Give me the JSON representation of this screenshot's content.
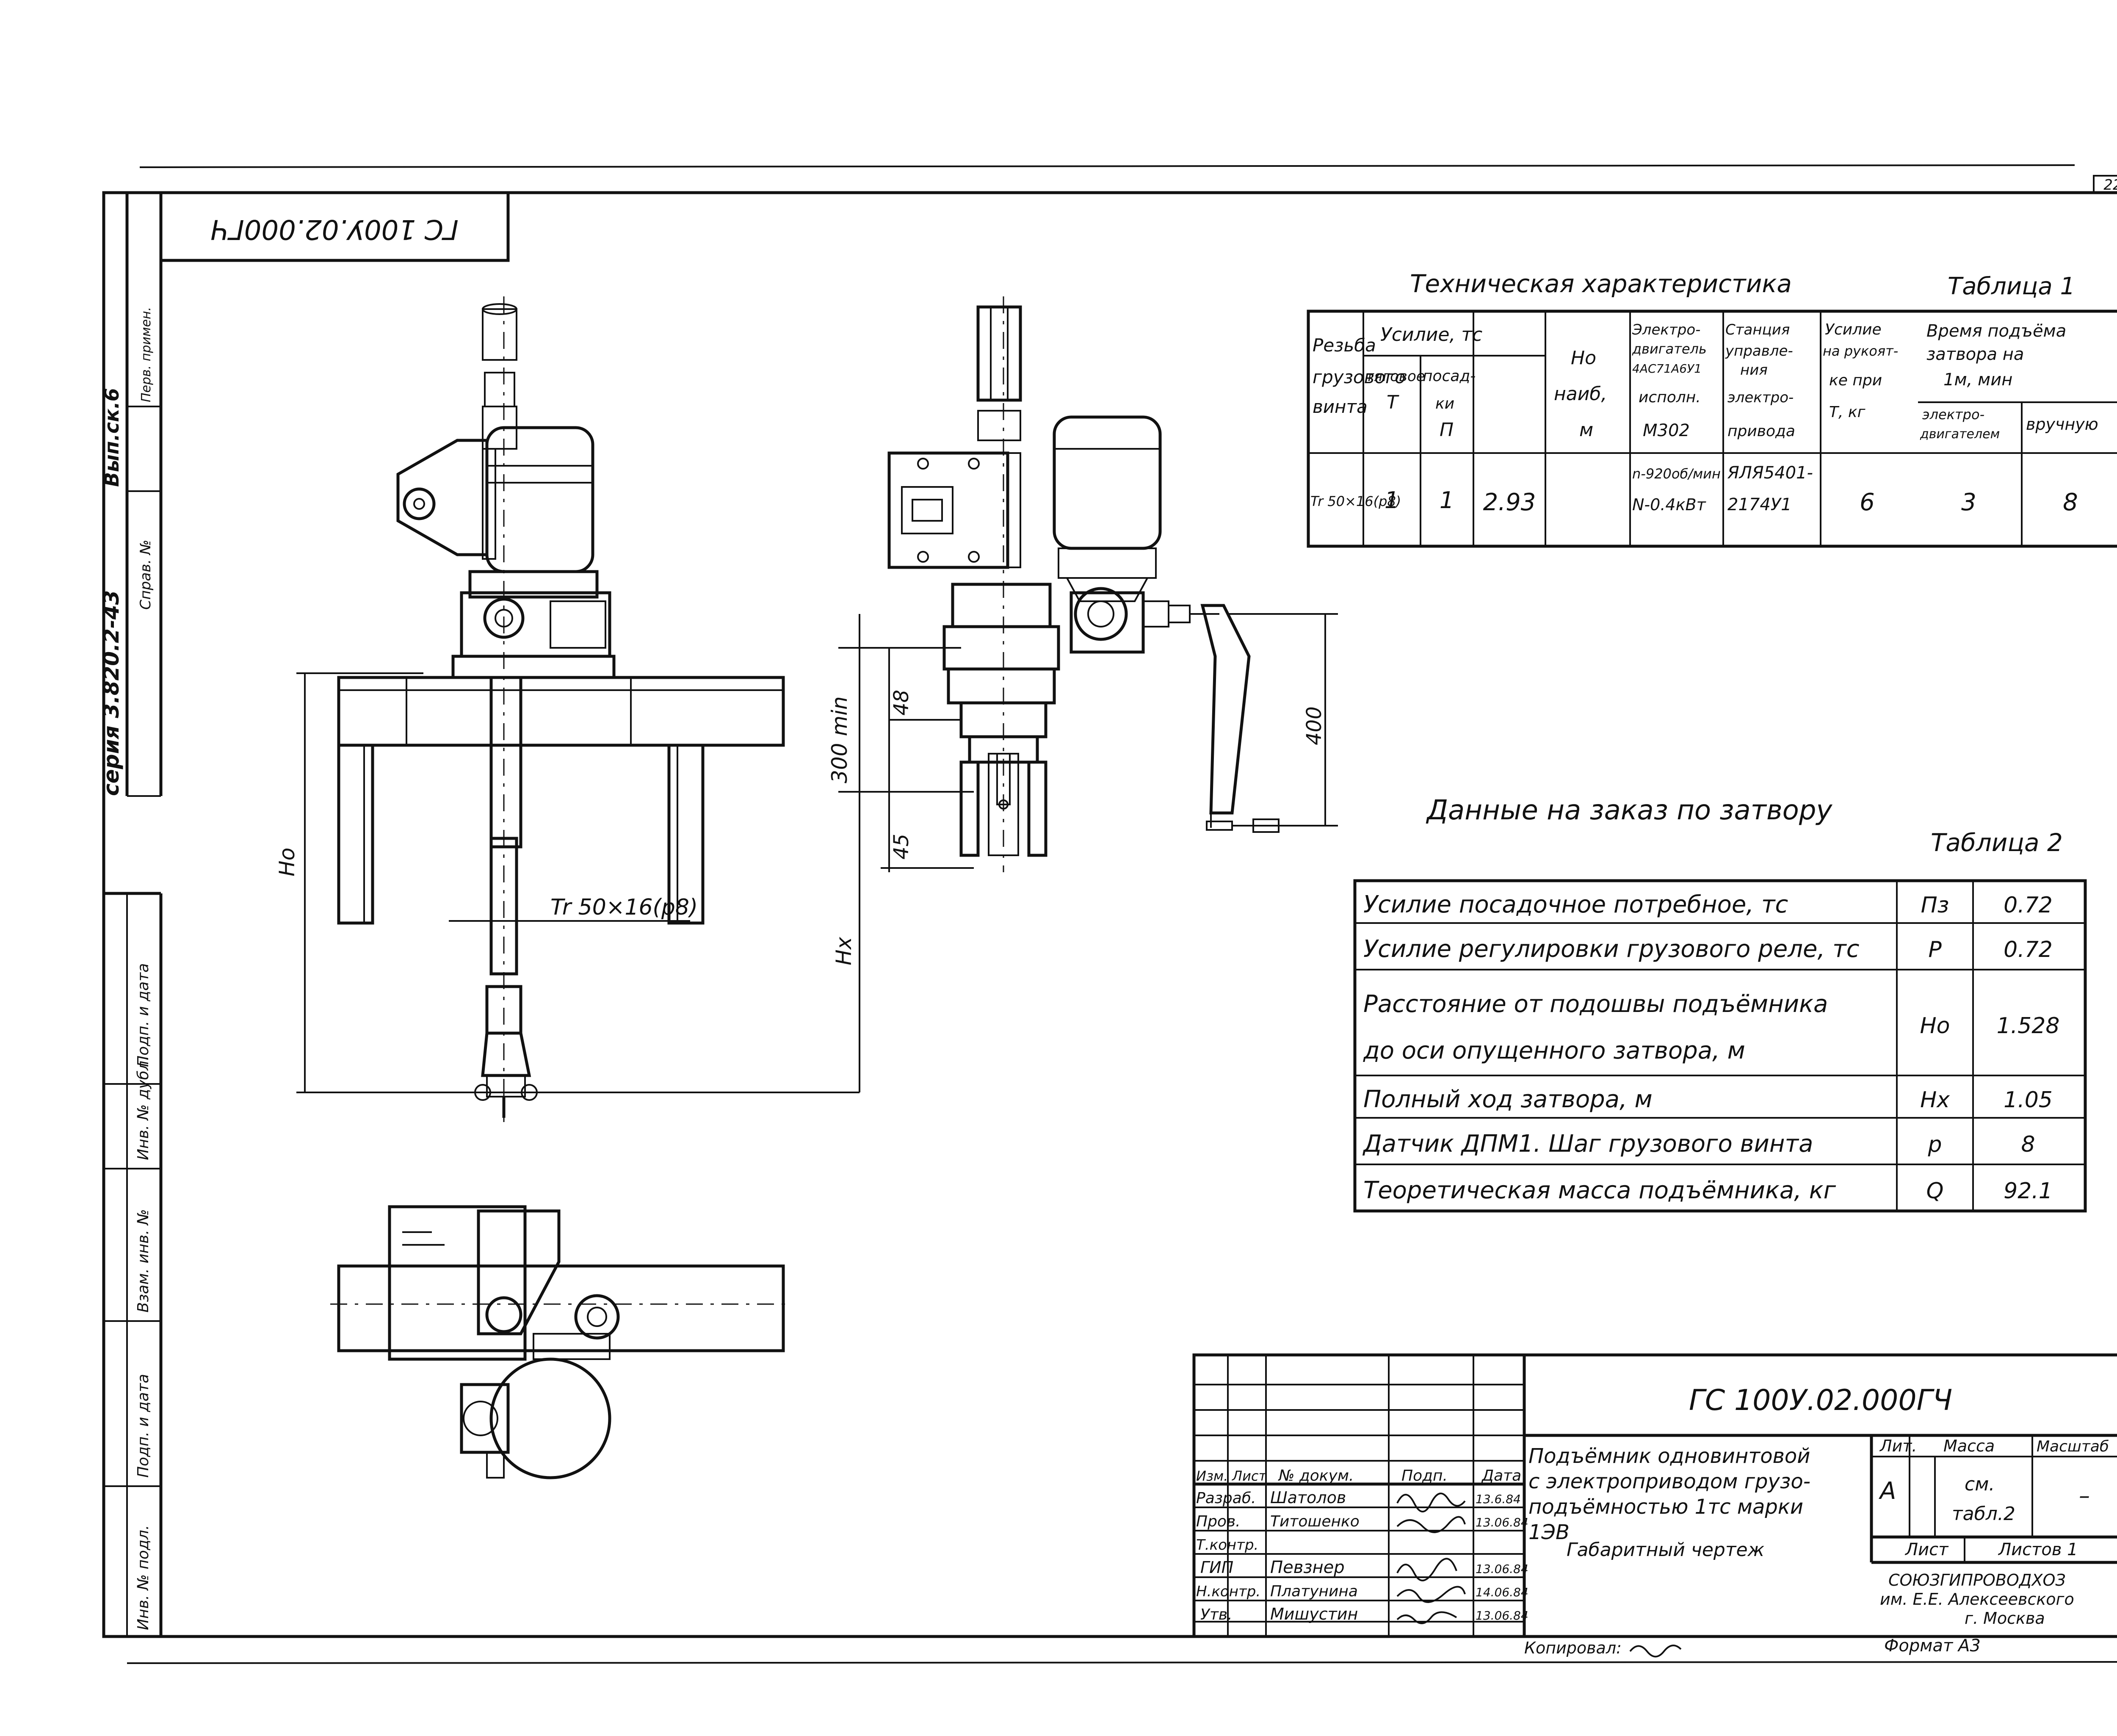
{
  "sheet_number": "22",
  "series_stamp": {
    "series": "серия 3.820.2-43",
    "issue": "Вып.ск.6",
    "sprav": "Справ. №",
    "perv": "Перв. примен."
  },
  "upside_code": "ГС 100У.02.000ГЧ",
  "left_strip": {
    "podp_data_1": "Подп. и дата",
    "inv_dubl": "Инв. № дубл.",
    "vzam_inv": "Взам. инв. №",
    "podp_data_2": "Подп. и дата",
    "inv_podl": "Инв. № подл."
  },
  "drawing_labels": {
    "thread": "Tr 50×16(р8)",
    "h0": "Но",
    "hx": "Нх",
    "dim_300": "300 min",
    "dim_48": "48",
    "dim_45": "45",
    "dim_400": "400"
  },
  "table1": {
    "title": "Техническая     характеристика",
    "caption": "Таблица 1",
    "headers": {
      "thread": [
        "Резьба",
        "грузового",
        "винта"
      ],
      "force": "Усилие, тс",
      "force_t": [
        "тяговое",
        "Т"
      ],
      "force_p": [
        "посад-",
        "ки",
        "П"
      ],
      "h0": [
        "Но",
        "наиб,",
        "м"
      ],
      "motor": [
        "Электро-",
        "двигатель",
        "4АС71А6У1",
        "исполн.",
        "М302"
      ],
      "station": [
        "Станция",
        "управле-",
        "ния",
        "электро-",
        "привода"
      ],
      "handle": [
        "Усилие",
        "на рукоят-",
        "ке при",
        "Т, кг"
      ],
      "time": [
        "Время подъёма",
        "затвора на",
        "1м, мин"
      ],
      "time_motor": [
        "электро-",
        "двигателем"
      ],
      "time_manual": "вручную"
    },
    "row": {
      "thread": "Tr 50×16(р8)",
      "t": "1",
      "p": "1",
      "h0": "2.93",
      "motor_1": "n-920об/мин",
      "motor_2": "N-0.4кВт",
      "station_1": "ЯЛЯ5401-",
      "station_2": "2174У1",
      "handle": "6",
      "time_motor": "3",
      "time_manual": "8"
    }
  },
  "table2": {
    "title": "Данные   на заказ  по затвору",
    "caption": "Таблица 2",
    "rows": [
      {
        "label": "Усилие посадочное    потребное, тс",
        "sym": "Пз",
        "val": "0.72"
      },
      {
        "label": "Усилие регулировки грузового реле, тс",
        "sym": "Р",
        "val": "0.72"
      },
      {
        "label": "Расстояние от подошвы подъёмника",
        "label2": "до оси опущенного затвора, м",
        "sym": "Но",
        "val": "1.528"
      },
      {
        "label": "Полный ход затвора, м",
        "sym": "Нх",
        "val": "1.05"
      },
      {
        "label": "Датчик ДПМ1. Шаг грузового винта",
        "sym": "р",
        "val": "8"
      },
      {
        "label": "Теоретическая масса подъёмника, кг",
        "sym": "Q",
        "val": "92.1"
      }
    ]
  },
  "title_block": {
    "code": "ГС 100У.02.000ГЧ",
    "name_lines": [
      "Подъёмник одновинтовой",
      "с электроприводом грузо-",
      "подъёмностью 1тс марки",
      "1ЭВ"
    ],
    "doc_type": "Габаритный чертеж",
    "lit_h": "Лит.",
    "mass_h": "Масса",
    "scale_h": "Масштаб",
    "lit": "А",
    "mass_1": "см.",
    "mass_2": "табл.2",
    "scale": "–",
    "sheet_h": "Лист",
    "sheets_h": "Листов 1",
    "org_1": "СОЮЗГИПРОВОДХОЗ",
    "org_2": "им. Е.Е. Алексеевского",
    "org_3": "г. Москва",
    "col_izm": "Изм.",
    "col_list": "Лист",
    "col_doc": "№ докум.",
    "col_sign": "Подп.",
    "col_date": "Дата",
    "staff": [
      {
        "role": "Разраб.",
        "name": "Шатолов",
        "date": "13.6.84"
      },
      {
        "role": "Пров.",
        "name": "Титошенко",
        "date": "13.06.84"
      },
      {
        "role": "Т.контр.",
        "name": "",
        "date": ""
      },
      {
        "role": "ГИП",
        "name": "Певзнер",
        "date": "13.06.84"
      },
      {
        "role": "Н.контр.",
        "name": "Платунина",
        "date": "14.06.84"
      },
      {
        "role": "Утв.",
        "name": "Мишустин",
        "date": "13.06.84"
      }
    ]
  },
  "footer": {
    "copied": "Копировал:",
    "format": "Формат А3"
  }
}
